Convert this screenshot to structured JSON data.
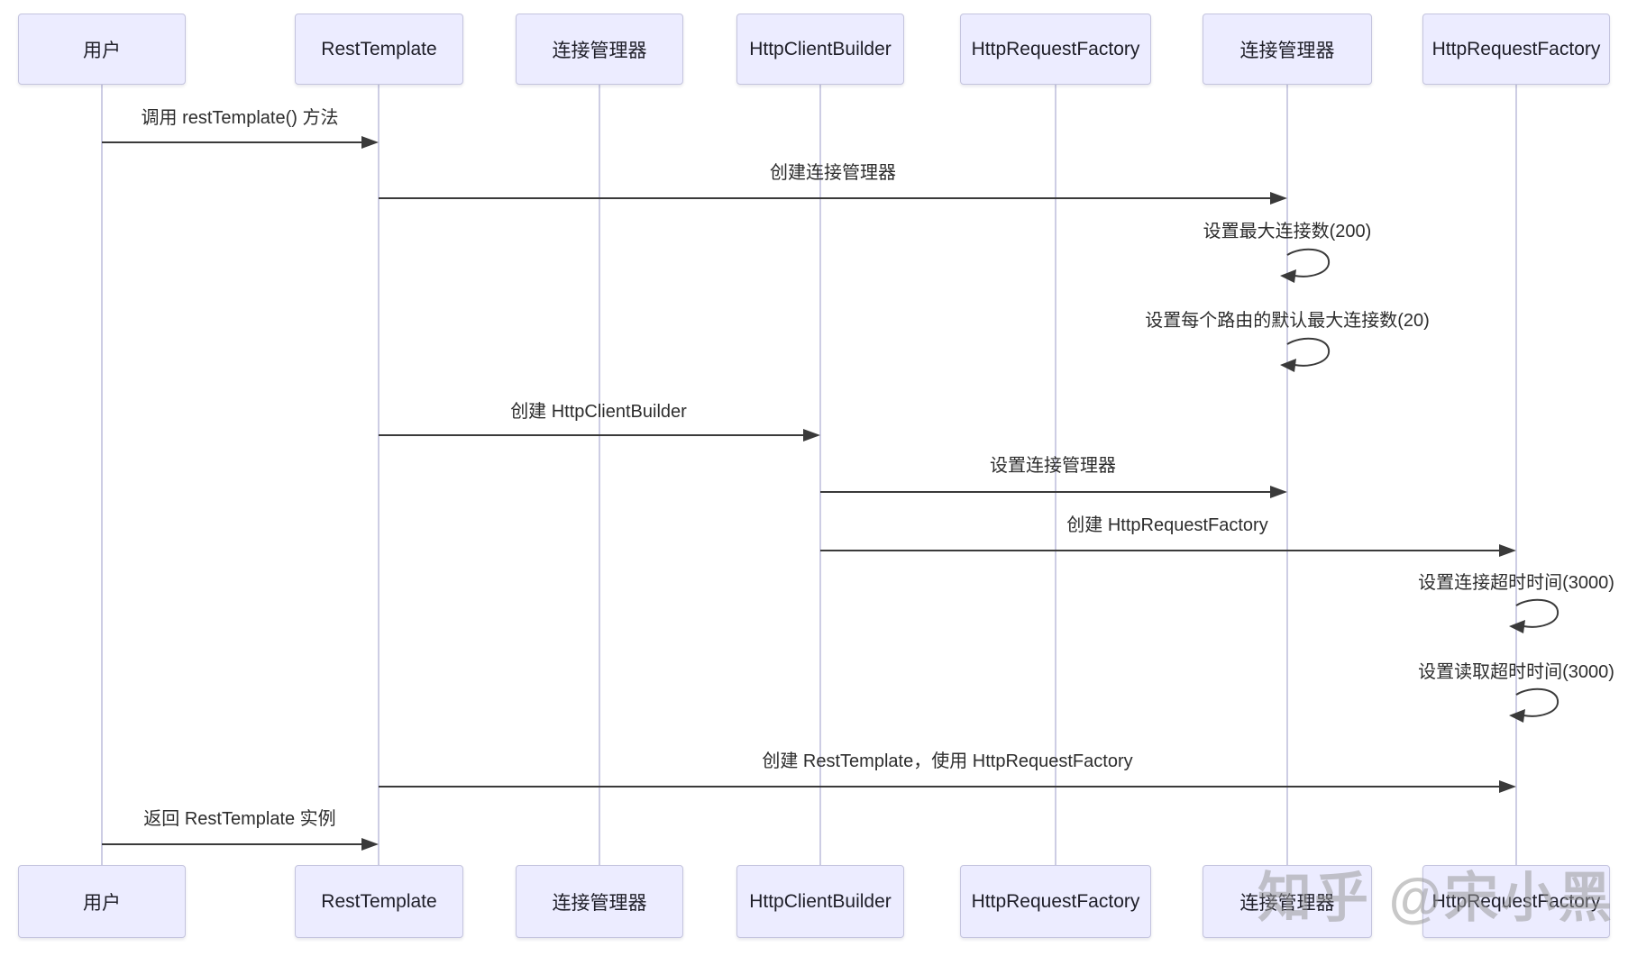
{
  "diagram": {
    "type": "sequence",
    "actors": [
      {
        "label": "用户"
      },
      {
        "label": "RestTemplate"
      },
      {
        "label": "连接管理器"
      },
      {
        "label": "HttpClientBuilder"
      },
      {
        "label": "HttpRequestFactory"
      },
      {
        "label": "连接管理器"
      },
      {
        "label": "HttpRequestFactory"
      }
    ],
    "messages": [
      {
        "label": "调用 restTemplate() 方法",
        "from": "用户",
        "to": "RestTemplate",
        "kind": "arrow"
      },
      {
        "label": "创建连接管理器",
        "from": "RestTemplate",
        "to": "连接管理器",
        "kind": "arrow"
      },
      {
        "label": "设置最大连接数(200)",
        "from": "连接管理器",
        "to": "连接管理器",
        "kind": "self"
      },
      {
        "label": "设置每个路由的默认最大连接数(20)",
        "from": "连接管理器",
        "to": "连接管理器",
        "kind": "self"
      },
      {
        "label": "创建 HttpClientBuilder",
        "from": "RestTemplate",
        "to": "HttpClientBuilder",
        "kind": "arrow"
      },
      {
        "label": "设置连接管理器",
        "from": "HttpClientBuilder",
        "to": "连接管理器",
        "kind": "arrow"
      },
      {
        "label": "创建 HttpRequestFactory",
        "from": "HttpClientBuilder",
        "to": "HttpRequestFactory",
        "kind": "arrow"
      },
      {
        "label": "设置连接超时时间(3000)",
        "from": "HttpRequestFactory",
        "to": "HttpRequestFactory",
        "kind": "self"
      },
      {
        "label": "设置读取超时时间(3000)",
        "from": "HttpRequestFactory",
        "to": "HttpRequestFactory",
        "kind": "self"
      },
      {
        "label": "创建 RestTemplate，使用 HttpRequestFactory",
        "from": "RestTemplate",
        "to": "HttpRequestFactory",
        "kind": "arrow"
      },
      {
        "label": "返回 RestTemplate 实例",
        "from": "用户",
        "to": "RestTemplate",
        "kind": "arrow"
      }
    ]
  },
  "watermark": {
    "label": "知乎 @宋小黑"
  },
  "colors": {
    "actor_fill": "#ECECFF",
    "actor_border": "#C4C4DE",
    "lifeline": "#CDCDE4",
    "arrow": "#3A3A3A",
    "message_text": "#2D2D2D",
    "watermark": "#969696"
  }
}
